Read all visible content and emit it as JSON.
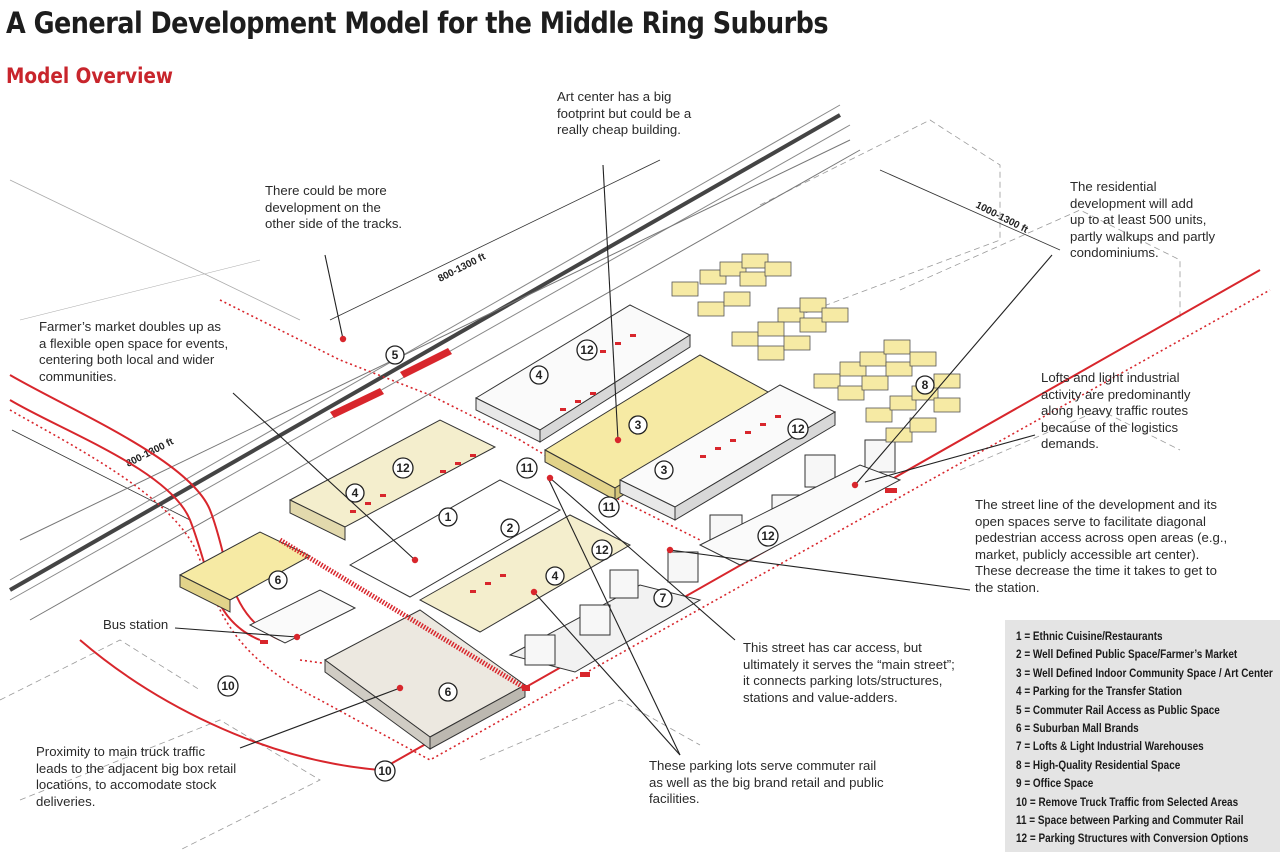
{
  "header": {
    "title": "A General Development Model for the Middle Ring Suburbs",
    "subtitle": "Model Overview"
  },
  "annotations": {
    "art_center": "Art center has a big\nfootprint but could be a\nreally cheap building.",
    "more_development": "There could be more\ndevelopment on the\nother side of the tracks.",
    "residential": "The residential\ndevelopment will add\nup to at least 500 units,\npartly walkups and partly\ncondominiums.",
    "farmers_market": "Farmer’s market doubles up as\na flexible open space for events,\ncentering both local and wider\ncommunities.",
    "lofts": "Lofts and light industrial\nactivity are predominantly\nalong heavy traffic routes\nbecause of the logistics\ndemands.",
    "street_line": "The street line of the development and its\nopen spaces serve to facilitate diagonal\npedestrian access across open areas (e.g.,\nmarket, publicly accessible art center).\nThese decrease the time it takes to get to\nthe station.",
    "bus_station": "Bus station",
    "car_access": "This street has car access, but\nultimately it serves the “main street”;\nit connects parking lots/structures,\nstations and value-adders.",
    "truck_traffic": "Proximity to main truck traffic\nleads to the adjacent big box retail\nlocations, to accomodate stock\ndeliveries.",
    "parking_lots": "These parking lots serve commuter rail\nas well as the big brand retail and public\nfacilities."
  },
  "dimensions": {
    "d1": "800-1300 ft",
    "d2": "1000-1300 ft",
    "d3": "800-1300 ft"
  },
  "markers": [
    {
      "label": "1"
    },
    {
      "label": "2"
    },
    {
      "label": "3"
    },
    {
      "label": "3"
    },
    {
      "label": "4"
    },
    {
      "label": "4"
    },
    {
      "label": "4"
    },
    {
      "label": "5"
    },
    {
      "label": "6"
    },
    {
      "label": "6"
    },
    {
      "label": "7"
    },
    {
      "label": "8"
    },
    {
      "label": "10"
    },
    {
      "label": "10"
    },
    {
      "label": "11"
    },
    {
      "label": "11"
    },
    {
      "label": "12"
    },
    {
      "label": "12"
    },
    {
      "label": "12"
    },
    {
      "label": "12"
    },
    {
      "label": "12"
    }
  ],
  "legend": {
    "items": [
      "1 = Ethnic Cuisine/Restaurants",
      "2 = Well Defined Public Space/Farmer’s Market",
      "3 = Well Defined Indoor Community Space / Art Center",
      "4 = Parking for the Transfer Station",
      "5 = Commuter Rail Access as Public Space",
      "6 = Suburban Mall Brands",
      "7 = Lofts & Light Industrial Warehouses",
      "8 = High-Quality Residential Space",
      "9 = Office Space",
      "10 = Remove Truck Traffic from Selected Areas",
      "11 = Space between Parking and Commuter Rail",
      "12 = Parking Structures with Conversion Options"
    ]
  },
  "colors": {
    "accent_red": "#d8262c",
    "highlight_yellow": "#f6eaa4",
    "line_dark": "#333333",
    "legend_bg": "#e4e4e4"
  }
}
